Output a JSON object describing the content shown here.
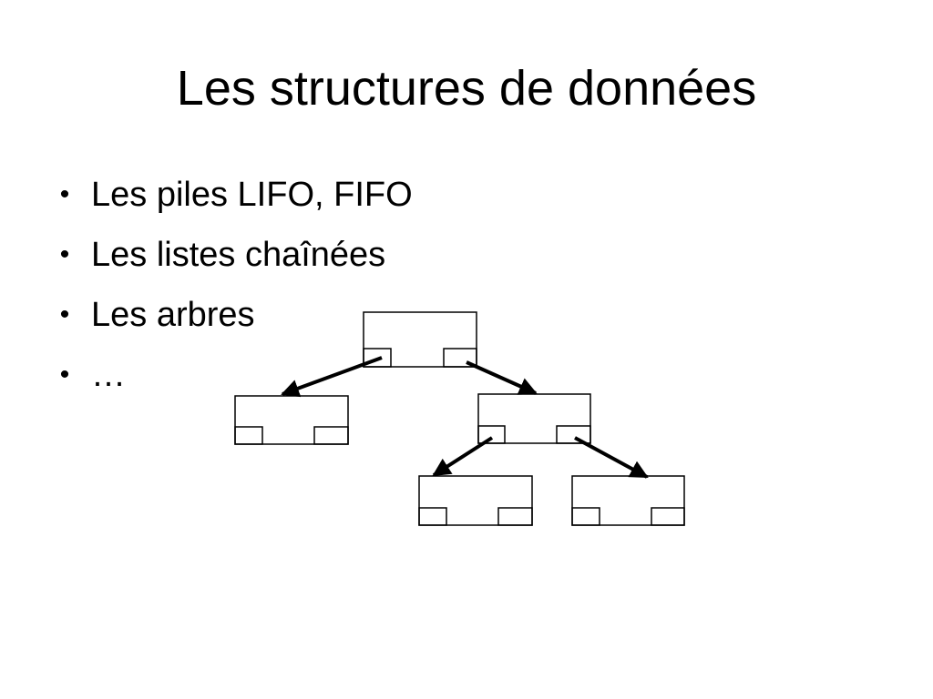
{
  "slide": {
    "title": "Les structures de données",
    "bullet_symbol": "•",
    "bullets": [
      "Les piles LIFO, FIFO",
      "Les listes chaînées",
      "Les arbres",
      "…"
    ]
  },
  "tree": {
    "nodes": [
      "root",
      "left-child",
      "right-child",
      "right-left-child",
      "right-right-child"
    ],
    "edges": [
      [
        "root",
        "left-child"
      ],
      [
        "root",
        "right-child"
      ],
      [
        "right-child",
        "right-left-child"
      ],
      [
        "right-child",
        "right-right-child"
      ]
    ],
    "colors": {
      "stroke": "#000000",
      "fill": "#ffffff"
    }
  }
}
